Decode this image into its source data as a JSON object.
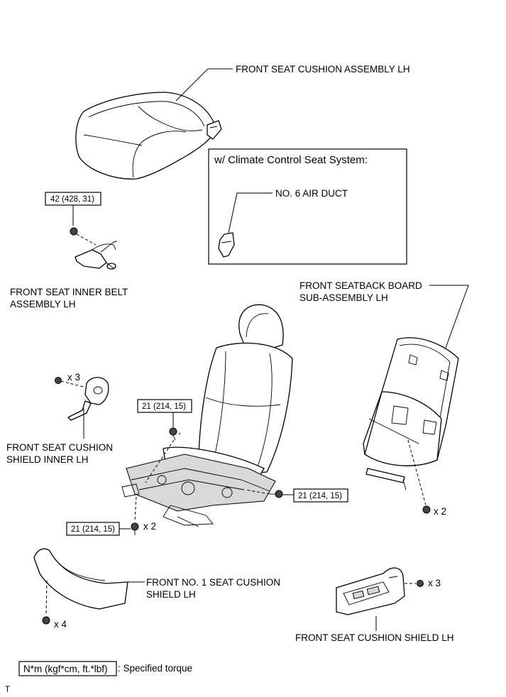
{
  "labels": {
    "front_seat_cushion_assembly": "FRONT SEAT CUSHION ASSEMBLY LH",
    "climate_title": "w/ Climate Control Seat System:",
    "air_duct": "NO. 6 AIR DUCT",
    "inner_belt_line1": "FRONT SEAT INNER BELT",
    "inner_belt_line2": "ASSEMBLY LH",
    "seatback_board_line1": "FRONT SEATBACK BOARD",
    "seatback_board_line2": "SUB-ASSEMBLY LH",
    "shield_inner_line1": "FRONT SEAT CUSHION",
    "shield_inner_line2": "SHIELD INNER LH",
    "no1_shield_line1": "FRONT NO. 1 SEAT CUSHION",
    "no1_shield_line2": "SHIELD LH",
    "cushion_shield": "FRONT SEAT CUSHION SHIELD LH"
  },
  "torques": {
    "inner_belt": "42 (428, 31)",
    "seat_front": "21 (214, 15)",
    "seat_right": "21 (214, 15)",
    "seat_rear": "21 (214, 15)"
  },
  "quantities": {
    "shield_inner_screws": "x 3",
    "seat_rear_bolts": "x 2",
    "seatback_clips": "x 2",
    "no1_shield_screws": "x 4",
    "cushion_shield_screws": "x 3"
  },
  "legend": {
    "unit": "N*m (kgf*cm, ft.*lbf)",
    "text": ": Specified torque"
  },
  "corner_mark": "T"
}
